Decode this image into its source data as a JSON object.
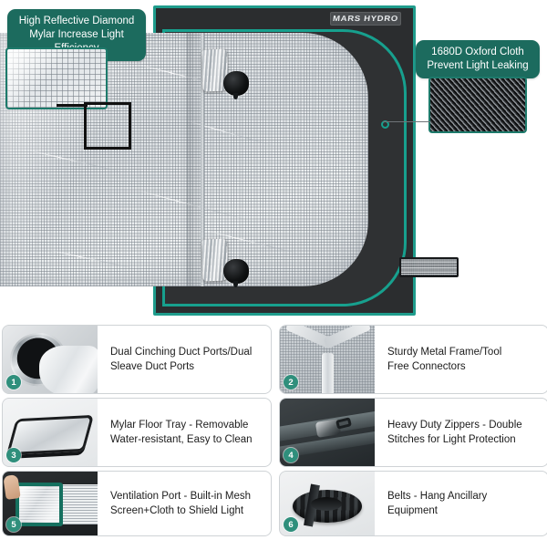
{
  "hero": {
    "brand_logo": "MARS HYDRO",
    "callouts": [
      {
        "id": "reflective-mylar",
        "line1": "High Reflective Diamond",
        "line2": "Mylar Increase Light Efficiency"
      },
      {
        "id": "oxford-cloth",
        "line1": "1680D Oxford Cloth",
        "line2": "Prevent Light Leaking"
      }
    ],
    "detail_swatches": [
      {
        "id": "mylar-zoom-swatch",
        "alt": "diamond-mylar-texture-closeup"
      },
      {
        "id": "oxford-cloth-swatch",
        "alt": "1680d-oxford-cloth-weave-closeup"
      }
    ],
    "product_alt": "grow-tent-interior-open-view"
  },
  "features": [
    {
      "number": "1",
      "line1": "Dual Cinching Duct Ports/Dual",
      "line2": "Sleave Duct Ports",
      "thumb": "duct-port-photo"
    },
    {
      "number": "2",
      "line1": "Sturdy Metal Frame/Tool",
      "line2": "Free Connectors",
      "thumb": "metal-frame-connector-photo"
    },
    {
      "number": "3",
      "line1": "Mylar Floor Tray - Removable",
      "line2": "Water-resistant, Easy to Clean",
      "thumb": "mylar-floor-tray-photo"
    },
    {
      "number": "4",
      "line1": "Heavy Duty Zippers - Double",
      "line2": "Stitches for Light Protection",
      "thumb": "heavy-duty-zipper-photo"
    },
    {
      "number": "5",
      "line1": "Ventilation Port - Built-in Mesh",
      "line2": "Screen+Cloth to Shield Light",
      "thumb": "ventilation-port-photo"
    },
    {
      "number": "6",
      "line1": "Belts - Hang Ancillary",
      "line2": "Equipment",
      "thumb": "hanging-belts-photo"
    }
  ],
  "colors": {
    "callout_teal": "#1c6b5e",
    "frame_teal": "#17a08e",
    "badge_teal": "#2f8f7c",
    "tent_dark": "#2b2d2f",
    "card_border": "#cfd3d6"
  }
}
